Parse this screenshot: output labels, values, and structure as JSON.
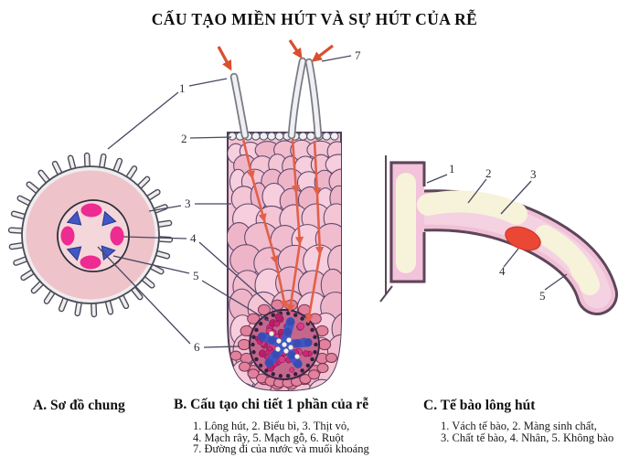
{
  "title": "CẤU TẠO MIỀN HÚT VÀ SỰ HÚT CỦA RỄ",
  "figure_a": {
    "caption": "A. Sơ đồ chung"
  },
  "figure_b": {
    "caption": "B. Cấu tạo chi tiết 1 phần của rễ",
    "legend_lines": [
      "1. Lông hút, 2. Biểu bì, 3. Thịt vỏ,",
      "4. Mạch rây, 5. Mạch gỗ, 6. Ruột",
      "7. Đường đi của nước và muối khoáng"
    ],
    "labels": [
      "1",
      "2",
      "3",
      "4",
      "5",
      "6",
      "7"
    ]
  },
  "figure_c": {
    "caption": "C. Tế bào lông hút",
    "legend_lines": [
      "1. Vách tế bào, 2. Màng sinh chất,",
      "3. Chất tế bào, 4. Nhân, 5. Không bào"
    ],
    "labels": [
      "1",
      "2",
      "3",
      "4",
      "5"
    ]
  },
  "colors": {
    "arrow_red": "#d9502f",
    "trail_red": "#e2604a",
    "phloem_magenta": "#ee2b90",
    "xylem_blue": "#4157c4",
    "stele_magenta": "#cb2679",
    "tissue_pink": "#f2c2d3",
    "cortex_pink": "#eec3ca",
    "vacuole_cream": "#f7f2da",
    "nucleus_red": "#ea4734"
  }
}
